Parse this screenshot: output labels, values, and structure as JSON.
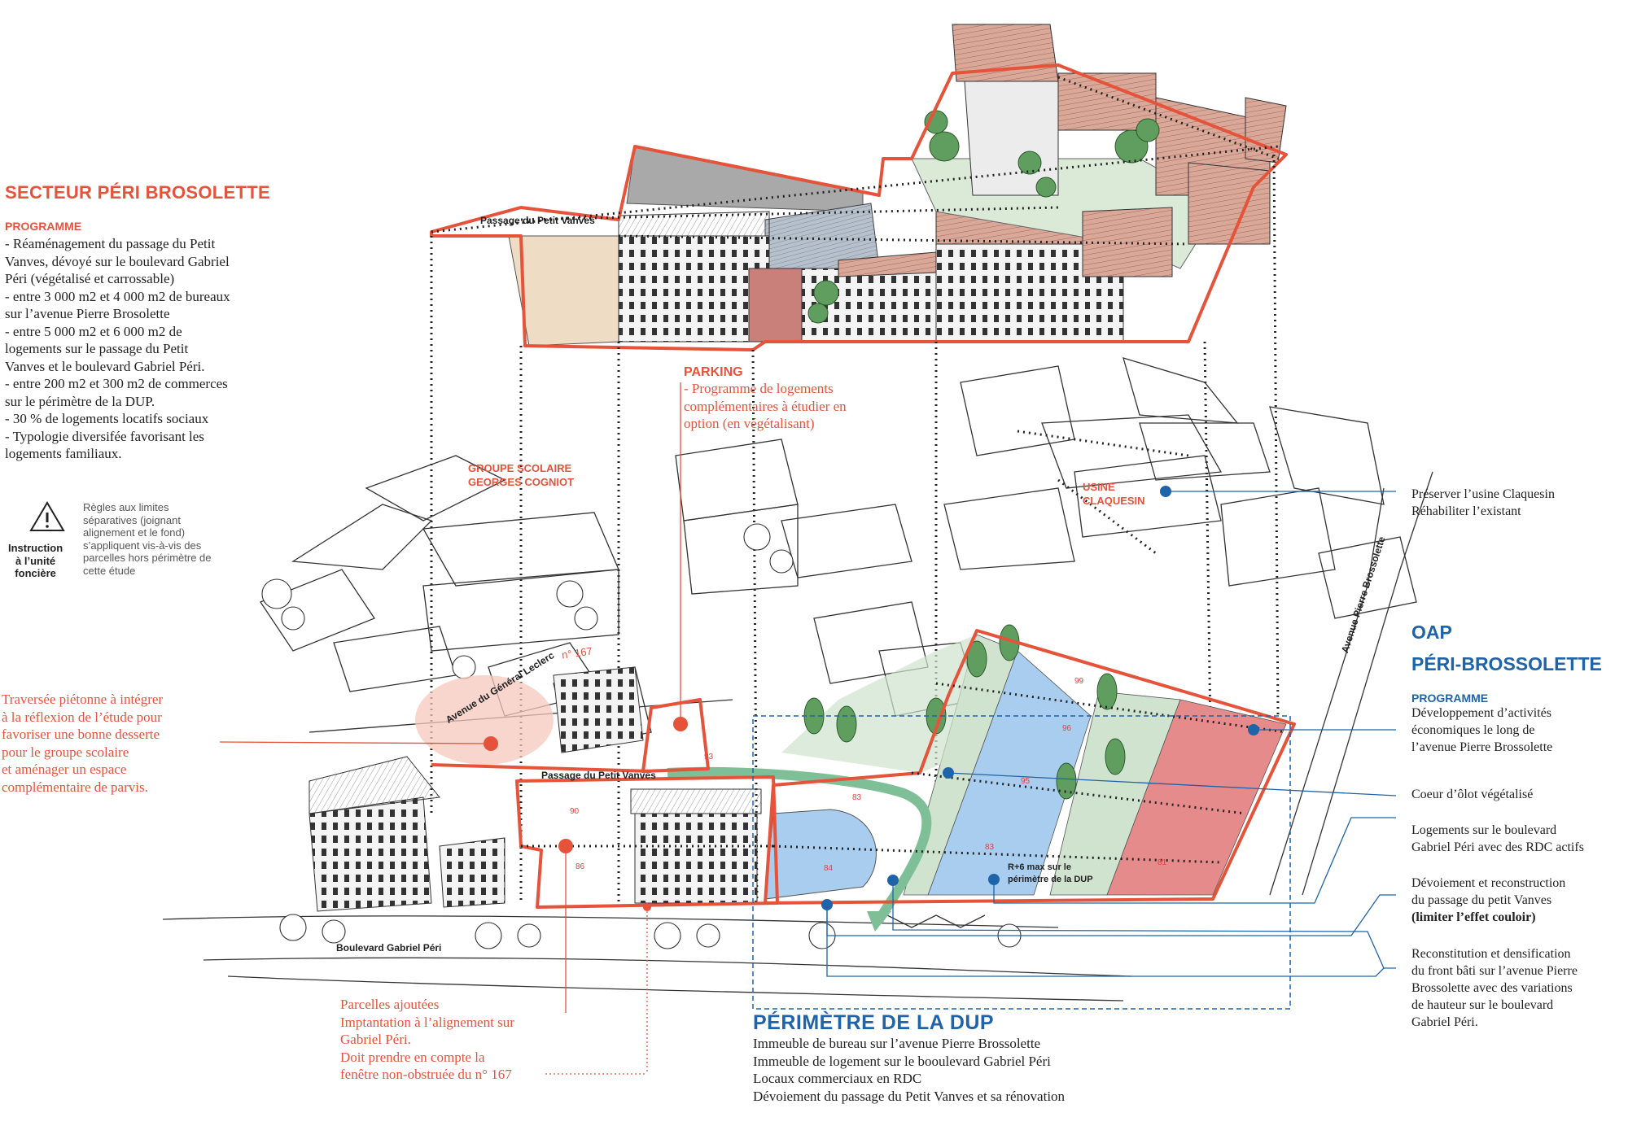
{
  "secteur": {
    "title": "SECTEUR PÉRI BROSOLETTE",
    "programme_label": "PROGRAMME",
    "lines": [
      "- Réaménagement du passage du Petit",
      "Vanves, dévoyé sur le boulevard Gabriel",
      "Péri (végétalisé et carrossable)",
      "- entre 3 000 m2 et 4 000 m2 de bureaux",
      "sur l’avenue Pierre Brosolette",
      "- entre 5 000 m2 et 6 000 m2 de",
      "logements sur le passage du Petit",
      "Vanves et le boulevard Gabriel Péri.",
      "- entre 200 m2 et 300 m2 de commerces",
      "sur le périmètre de la DUP.",
      "- 30 % de logements locatifs sociaux",
      "- Typologie diversifée favorisant les",
      "logements familiaux."
    ]
  },
  "instruction": {
    "label_lines": [
      "Instruction",
      "à l’unité",
      "foncière"
    ],
    "text_lines": [
      "Règles aux limites",
      "séparatives (joignant",
      "alignement et le fond)",
      "s’appliquent vis-à-vis des",
      "parcelles hors périmètre de",
      "cette étude"
    ]
  },
  "traversee": {
    "lines": [
      "Traversée piétonne à intégrer",
      "à la réflexion de l’étude pour",
      "favoriser une bonne desserte",
      "pour le groupe scolaire",
      "et aménager un espace",
      "complémentaire de parvis."
    ]
  },
  "groupe_scolaire": {
    "lines": [
      "GROUPE SCOLAIRE",
      "GEORGES COGNIOT"
    ]
  },
  "parking": {
    "title": "PARKING",
    "lines": [
      "- Programme de logements",
      "complémentaires à étudier en",
      "option (en végétalisant)"
    ]
  },
  "usine": {
    "lines": [
      "USINE",
      "CLAQUESIN"
    ]
  },
  "parcelles": {
    "lines": [
      "Parcelles ajoutées",
      "Imptantation à l’alignement sur",
      "Gabriel Péri.",
      "Doit prendre en compte la",
      "fenêtre non-obstruée du n° 167"
    ]
  },
  "dup": {
    "title": "PÉRIMÈTRE DE LA DUP",
    "lines": [
      "Immeuble de bureau sur l’avenue Pierre Brossolette",
      "Immeuble de logement sur le booulevard Gabriel Péri",
      "Locaux commerciaux en RDC",
      "Dévoiement du passage du Petit Vanves et sa rénovation"
    ]
  },
  "oap": {
    "title_1": "OAP",
    "title_2": "PÉRI-BROSSOLETTE",
    "programme_label": "PROGRAMME",
    "programme_lines": [
      "Développement d’activités",
      "économiques le long de",
      "l’avenue Pierre Brossolette"
    ]
  },
  "legend": [
    {
      "lines": [
        "Préserver l’usine Claquesin",
        "Réhabiliter l’existant"
      ]
    },
    {
      "lines": [
        "Coeur d’ôlot végétalisé"
      ]
    },
    {
      "lines": [
        "Logements sur le boulevard",
        "Gabriel Péri avec des RDC actifs"
      ]
    },
    {
      "lines": [
        "Dévoiement et reconstruction",
        "du passage du petit Vanves"
      ],
      "bold_line": "(limiter l’effet couloir)"
    },
    {
      "lines": [
        "Reconstitution et densification",
        "du front bâti sur l’avenue Pierre",
        "Brossolette avec des variations",
        "de hauteur sur le boulevard",
        "Gabriel Péri."
      ]
    }
  ],
  "map_labels": {
    "passage_top": "Passage du Petit Vanves",
    "passage_mid": "Passage du Petit Vanves",
    "avenue_leclerc": "Avenue du Général Leclerc",
    "avenue_brossolette": "Avenue Pierre Brossolette",
    "boulevard": "Boulevard Gabriel Péri",
    "n167": "n° 167",
    "r6_line_1": "R+6 max sur le",
    "r6_line_2": "périmètre de la DUP"
  },
  "parcels": [
    "99",
    "96",
    "95",
    "83",
    "81",
    "84",
    "83",
    "93",
    "90",
    "86"
  ],
  "colors": {
    "red": "#e5533a",
    "blue": "#1f63a8",
    "zone_blue": "#a9cdee",
    "zone_green": "#cfe3cf",
    "zone_red": "#e58b8b",
    "arrow_green": "#7fbf97"
  }
}
